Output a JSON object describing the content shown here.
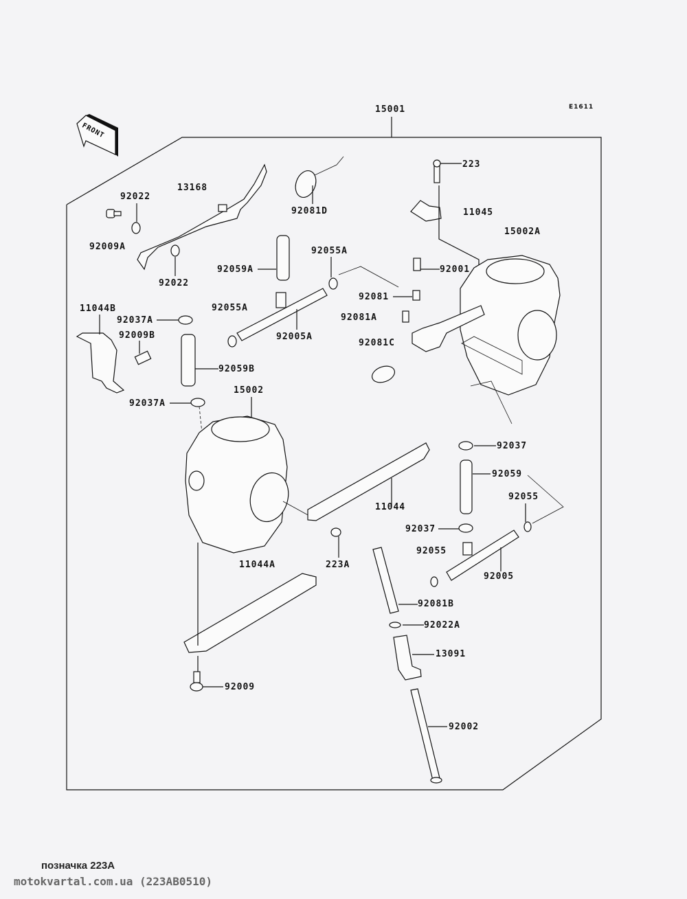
{
  "diagram": {
    "code": "E1611",
    "front_arrow_label": "FRONT",
    "labels": {
      "p15001": "15001",
      "p13168": "13168",
      "p92022_top": "92022",
      "p92009A": "92009A",
      "p92022_bottom": "92022",
      "p92081D": "92081D",
      "p223": "223",
      "p11045": "11045",
      "p15002A": "15002A",
      "p92059A": "92059A",
      "p92055A_top": "92055A",
      "p92001": "92001",
      "p92081": "92081",
      "p92055A_left": "92055A",
      "p11044B": "11044B",
      "p92037A_top": "92037A",
      "p92009B": "92009B",
      "p92005A": "92005A",
      "p92081A": "92081A",
      "p92081C": "92081C",
      "p92059B": "92059B",
      "p15002": "15002",
      "p92037A_bottom": "92037A",
      "p92037_top": "92037",
      "p92059": "92059",
      "p92055_right": "92055",
      "p11044": "11044",
      "p92037_bottom": "92037",
      "p92055_left": "92055",
      "p11044A": "11044A",
      "p223A": "223A",
      "p92005": "92005",
      "p92081B": "92081B",
      "p92022A": "92022A",
      "p13091": "13091",
      "p92009": "92009",
      "p92002": "92002"
    }
  },
  "footer": {
    "caption": "позначка 223A",
    "watermark": "motokvartal.com.ua (223AB0510)"
  }
}
